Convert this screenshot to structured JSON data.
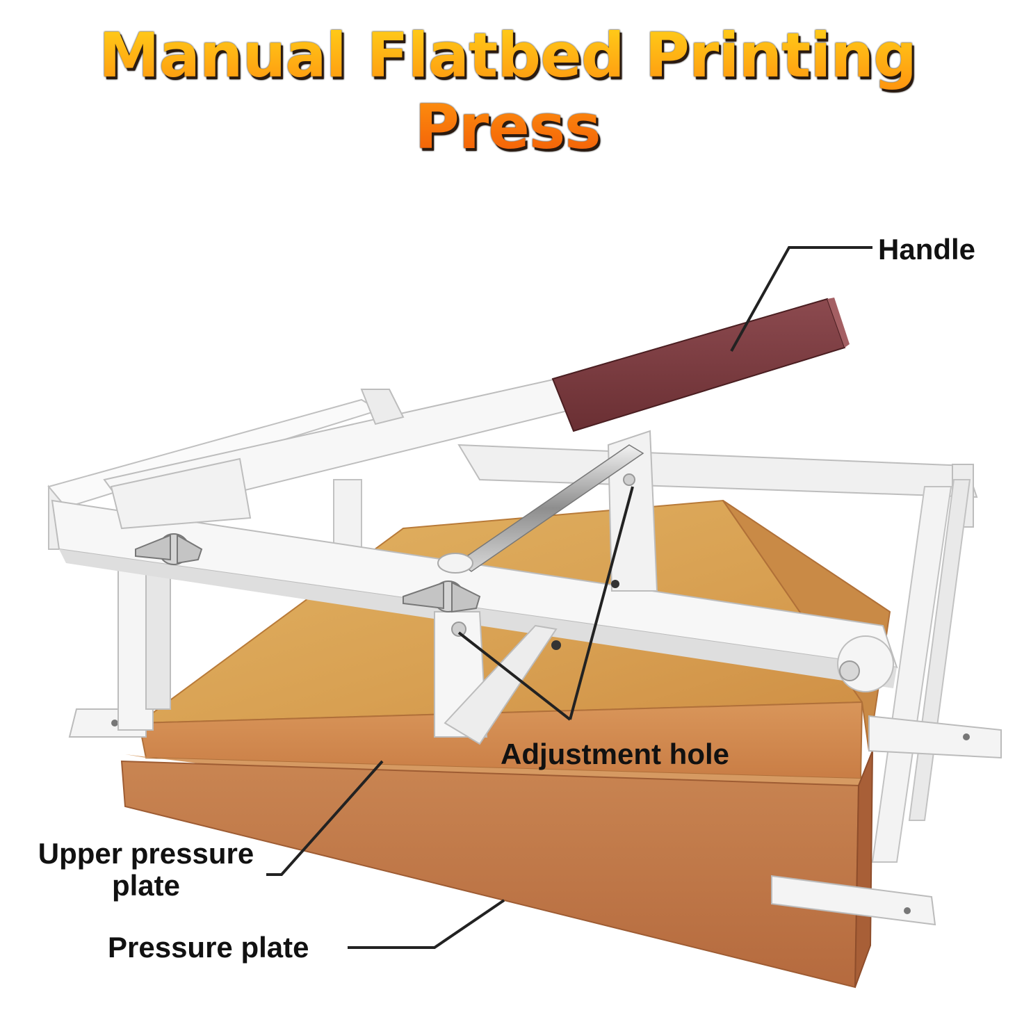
{
  "title": "Manual Flatbed Printing Press",
  "colors": {
    "title_top": "#ffd21a",
    "title_bottom": "#f25a07",
    "frame": "#f4f4f4",
    "frame_edge": "#b9b9b9",
    "handle_grip": "#7a3a3e",
    "upper_plate": "#d79a4a",
    "lower_plate": "#bf7446",
    "leader_line": "#222222"
  },
  "labels": {
    "handle": "Handle",
    "adjustment_hole": "Adjustment hole",
    "upper_pressure_plate_line1": "Upper pressure",
    "upper_pressure_plate_line2": "plate",
    "pressure_plate": "Pressure plate"
  },
  "icons": [
    "wing-nut-icon",
    "bolt-icon"
  ]
}
